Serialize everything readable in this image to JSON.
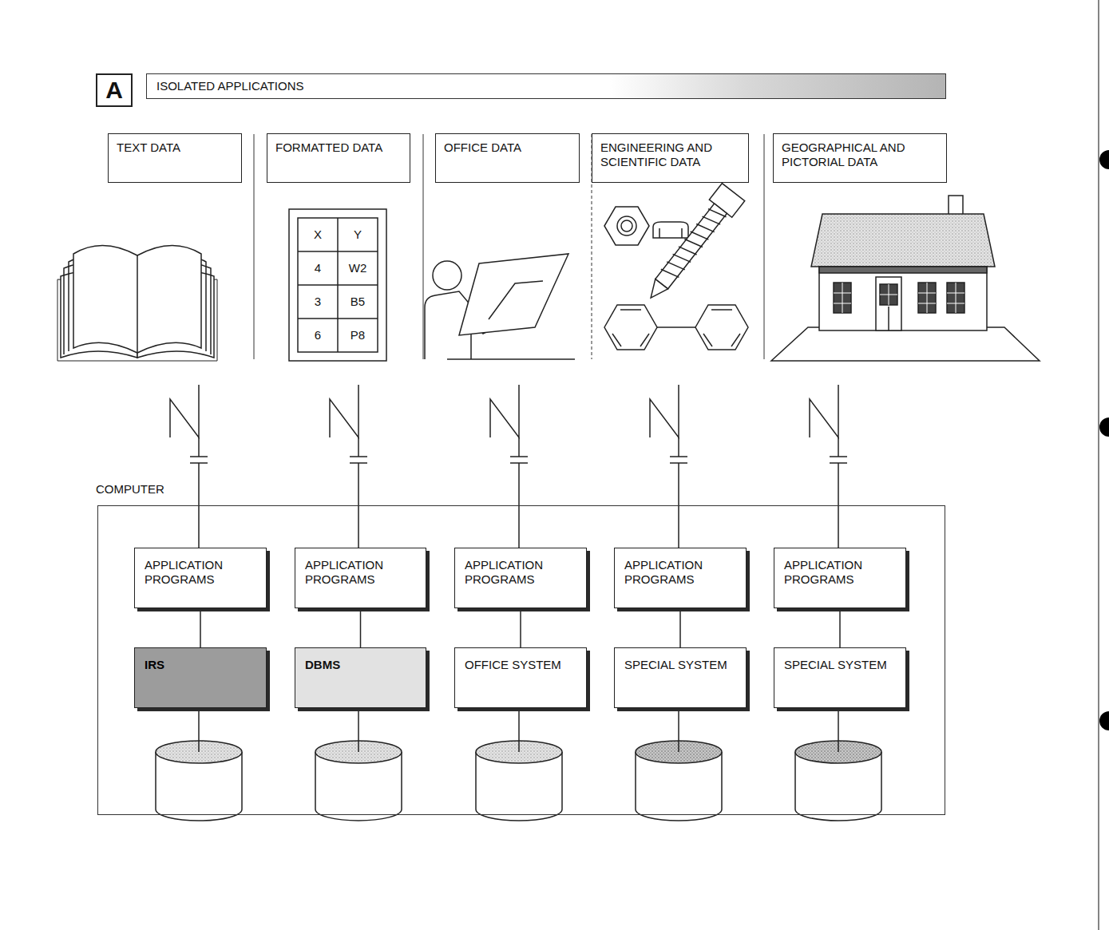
{
  "diagram": {
    "title": "ISOLATED APPLICATIONS",
    "nodes": [
      {
        "text": [
          "A"
        ]
      },
      {
        "text": [
          "TEXT DATA"
        ]
      },
      {
        "text": [
          "FORMATTED DATA"
        ]
      },
      {
        "text": [
          "OFFICE DATA"
        ]
      },
      {
        "text": [
          "ENGINEERING AND SCIENTIFIC DATA"
        ]
      },
      {
        "text": [
          "GEOGRAPHICAL AND PICTORIAL DATA"
        ]
      },
      {
        "text": [
          "COMPUTER"
        ]
      },
      {
        "text": [
          "APPLICATION PROGRAMS"
        ],
        "in": 6
      },
      {
        "text": [
          "APPLICATION PROGRAMS"
        ],
        "in": 6
      },
      {
        "text": [
          "APPLICATION PROGRAMS"
        ],
        "in": 6
      },
      {
        "text": [
          "APPLICATION PROGRAMS"
        ],
        "in": 6
      },
      {
        "text": [
          "APPLICATION PROGRAMS"
        ],
        "in": 6
      },
      {
        "text": [
          "IRS"
        ],
        "in": 6
      },
      {
        "text": [
          "DBMS"
        ],
        "in": 6
      },
      {
        "text": [
          "OFFICE SYSTEM"
        ],
        "in": 6
      },
      {
        "text": [
          "SPECIAL SYSTEM"
        ],
        "in": 6
      },
      {
        "text": [
          "SPECIAL SYSTEM"
        ],
        "in": 6
      }
    ],
    "edges": [
      {
        "from": 7,
        "to": 12,
        "arrow": "none"
      },
      {
        "from": 8,
        "to": 13,
        "arrow": "none"
      },
      {
        "from": 9,
        "to": 14,
        "arrow": "none"
      },
      {
        "from": 10,
        "to": 15,
        "arrow": "none"
      },
      {
        "from": 11,
        "to": 16,
        "arrow": "none"
      }
    ],
    "labels": [
      "X",
      "Y",
      "4",
      "W2",
      "3",
      "B5",
      "6",
      "P8"
    ]
  }
}
